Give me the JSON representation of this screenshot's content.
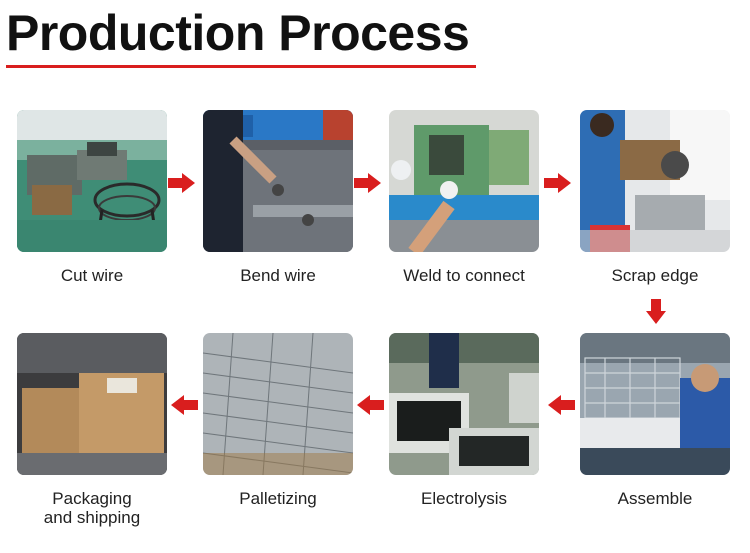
{
  "header": {
    "title": "Production Process"
  },
  "colors": {
    "accent": "#d91e1e"
  },
  "steps": [
    {
      "label": "Cut wire"
    },
    {
      "label": "Bend wire"
    },
    {
      "label": "Weld to connect"
    },
    {
      "label": "Scrap edge"
    },
    {
      "label": "Assemble"
    },
    {
      "label": "Electrolysis"
    },
    {
      "label": "Palletizing"
    },
    {
      "label": "Packaging\nand shipping"
    }
  ],
  "arrows": [
    "arrow-right-icon",
    "arrow-right-icon",
    "arrow-right-icon",
    "arrow-down-icon",
    "arrow-left-icon",
    "arrow-left-icon",
    "arrow-left-icon"
  ]
}
